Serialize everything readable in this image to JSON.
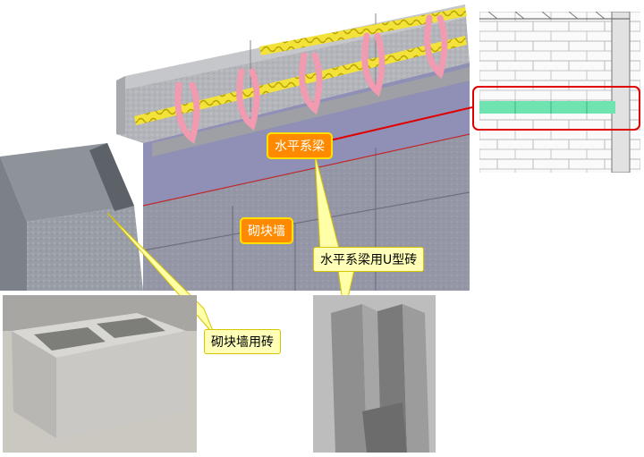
{
  "labels": {
    "tie_beam": "水平系梁",
    "block_wall": "砌块墙",
    "tie_beam_u_brick": "水平系梁用U型砖",
    "block_wall_brick": "砌块墙用砖"
  },
  "colors": {
    "label_bg": "#ff8a00",
    "label_border": "#ffe000",
    "callout_bg": "#ffffb8",
    "highlight_frame": "#e00000",
    "tie_beam_band": "#6fe3b0"
  }
}
